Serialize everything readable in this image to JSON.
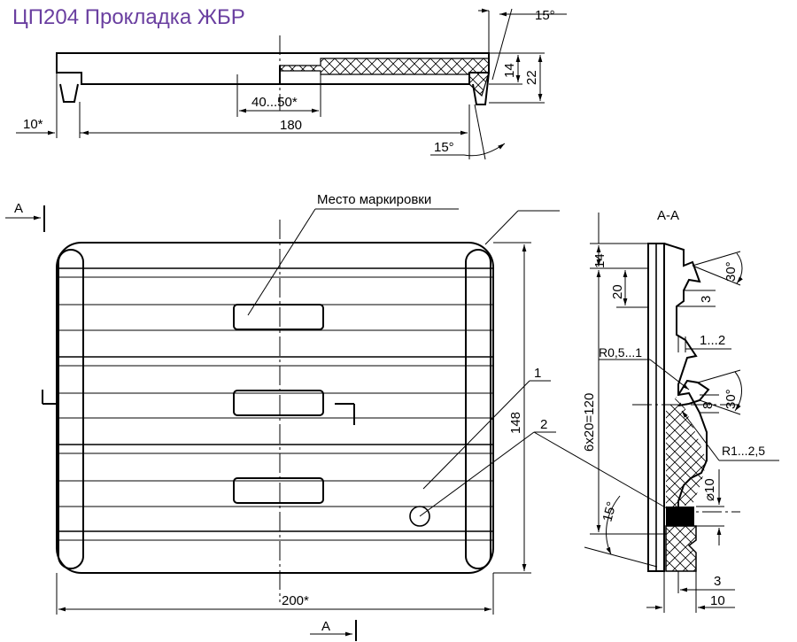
{
  "title": "ЦП204 Прокладка ЖБР",
  "top_view": {
    "angle_top": "15°",
    "angle_bottom": "15°",
    "dim_14": "14",
    "dim_22": "22",
    "dim_40_50": "40...50*",
    "dim_10": "10*",
    "dim_180": "180"
  },
  "plan_view": {
    "section_letter_left": "А",
    "section_letter_bottom": "А",
    "marking_label": "Место маркировки",
    "callout_1": "1",
    "callout_2": "2",
    "dim_148": "148",
    "dim_200": "200*"
  },
  "section_view": {
    "title": "А-А",
    "dim_14": "14",
    "dim_20": "20",
    "dim_3_top": "3",
    "angle_30_top": "30°",
    "dim_1_2": "1...2",
    "radius_small": "R0,5...1",
    "dim_6x20": "6x20=120",
    "dim_8": "8",
    "angle_30_mid": "30°",
    "radius_large": "R1...2,5",
    "dim_d10": "⌀10",
    "angle_15": "15°",
    "dim_3_bottom": "3",
    "dim_10_bottom": "10"
  },
  "marking_slots_count": 3
}
